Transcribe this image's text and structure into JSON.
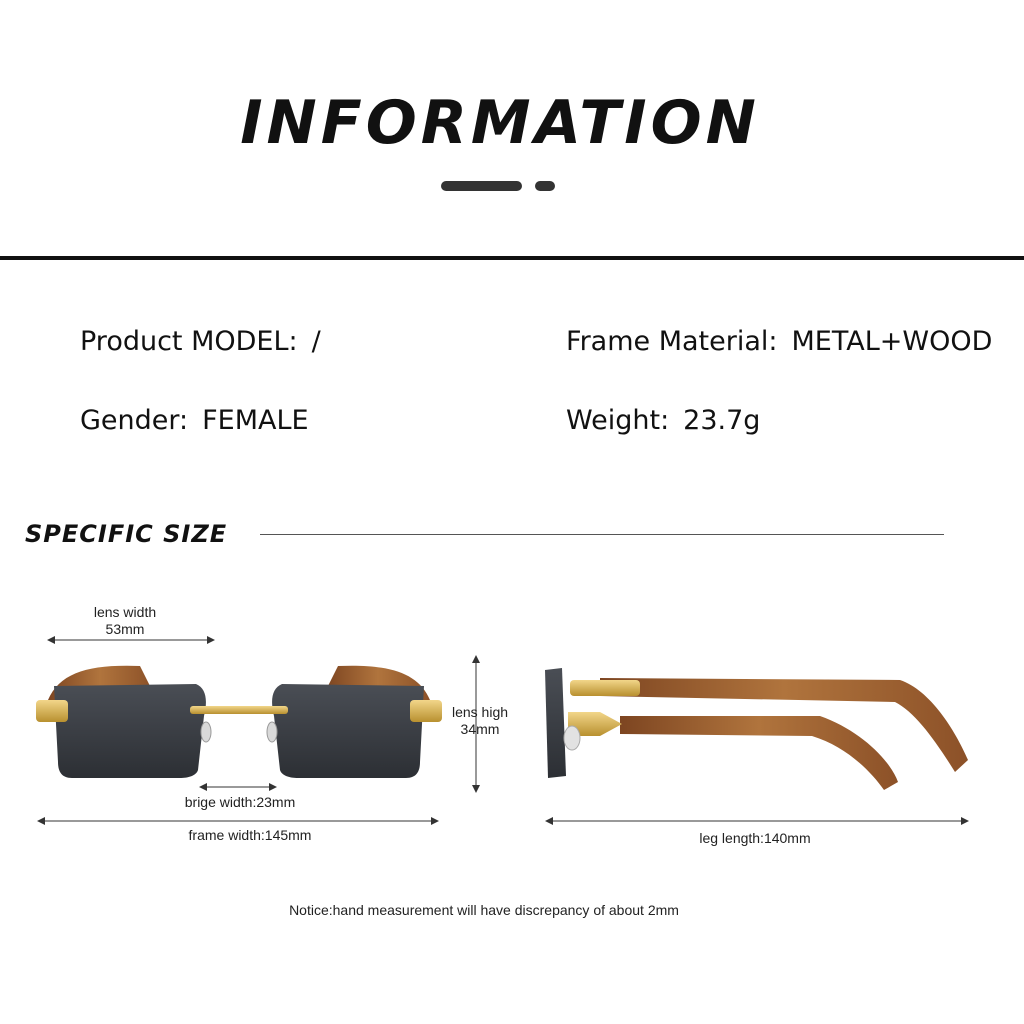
{
  "header": {
    "title": "INFORMATION"
  },
  "specs": {
    "model_label": "Product MODEL:",
    "model_value": "/",
    "material_label": "Frame Material:",
    "material_value": "METAL+WOOD",
    "gender_label": "Gender:",
    "gender_value": "FEMALE",
    "weight_label": "Weight:",
    "weight_value": "23.7g"
  },
  "section": {
    "title": "SPECIFIC SIZE"
  },
  "dimensions": {
    "lens_width_label": "lens width",
    "lens_width_value": "53mm",
    "lens_high_label": "lens high",
    "lens_high_value": "34mm",
    "bridge_width": "brige width:23mm",
    "frame_width": "frame width:145mm",
    "leg_length": "leg length:140mm"
  },
  "notice": "Notice:hand measurement will have discrepancy of about 2mm",
  "colors": {
    "lens": "#3a3d42",
    "wood": "#9a5a2c",
    "gold": "#d8b04a",
    "text": "#111111"
  }
}
